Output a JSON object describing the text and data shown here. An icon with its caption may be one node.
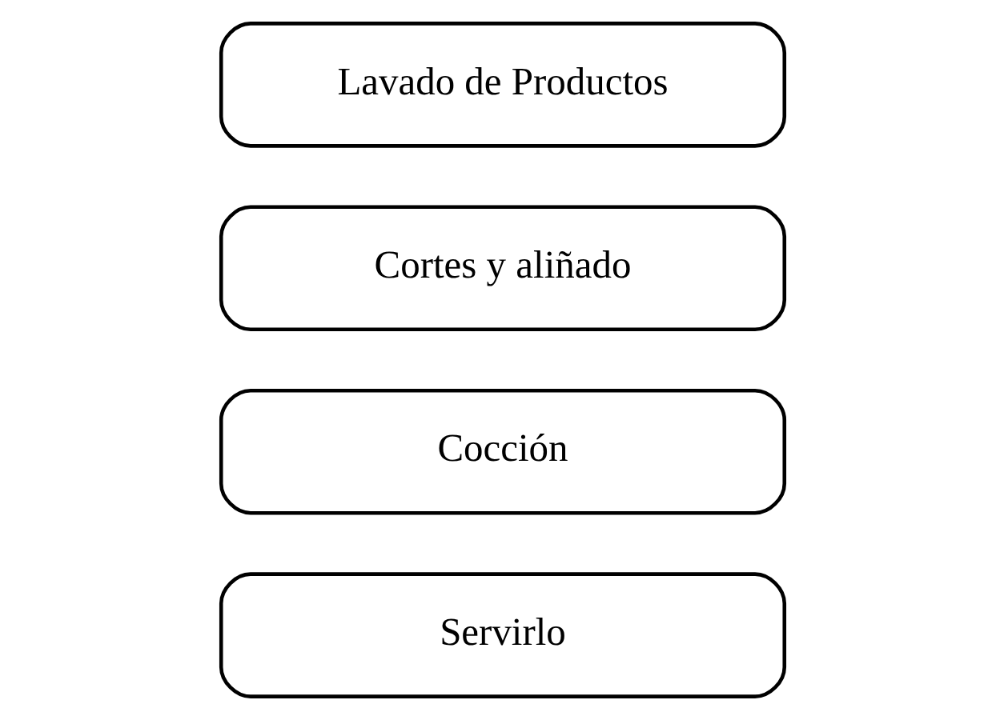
{
  "diagram": {
    "nodes": [
      {
        "text": [
          "Lavado de Productos"
        ]
      },
      {
        "text": [
          "Cortes y aliñado"
        ]
      },
      {
        "text": [
          "Cocción"
        ]
      },
      {
        "text": [
          "Servirlo"
        ]
      }
    ],
    "edges": []
  }
}
